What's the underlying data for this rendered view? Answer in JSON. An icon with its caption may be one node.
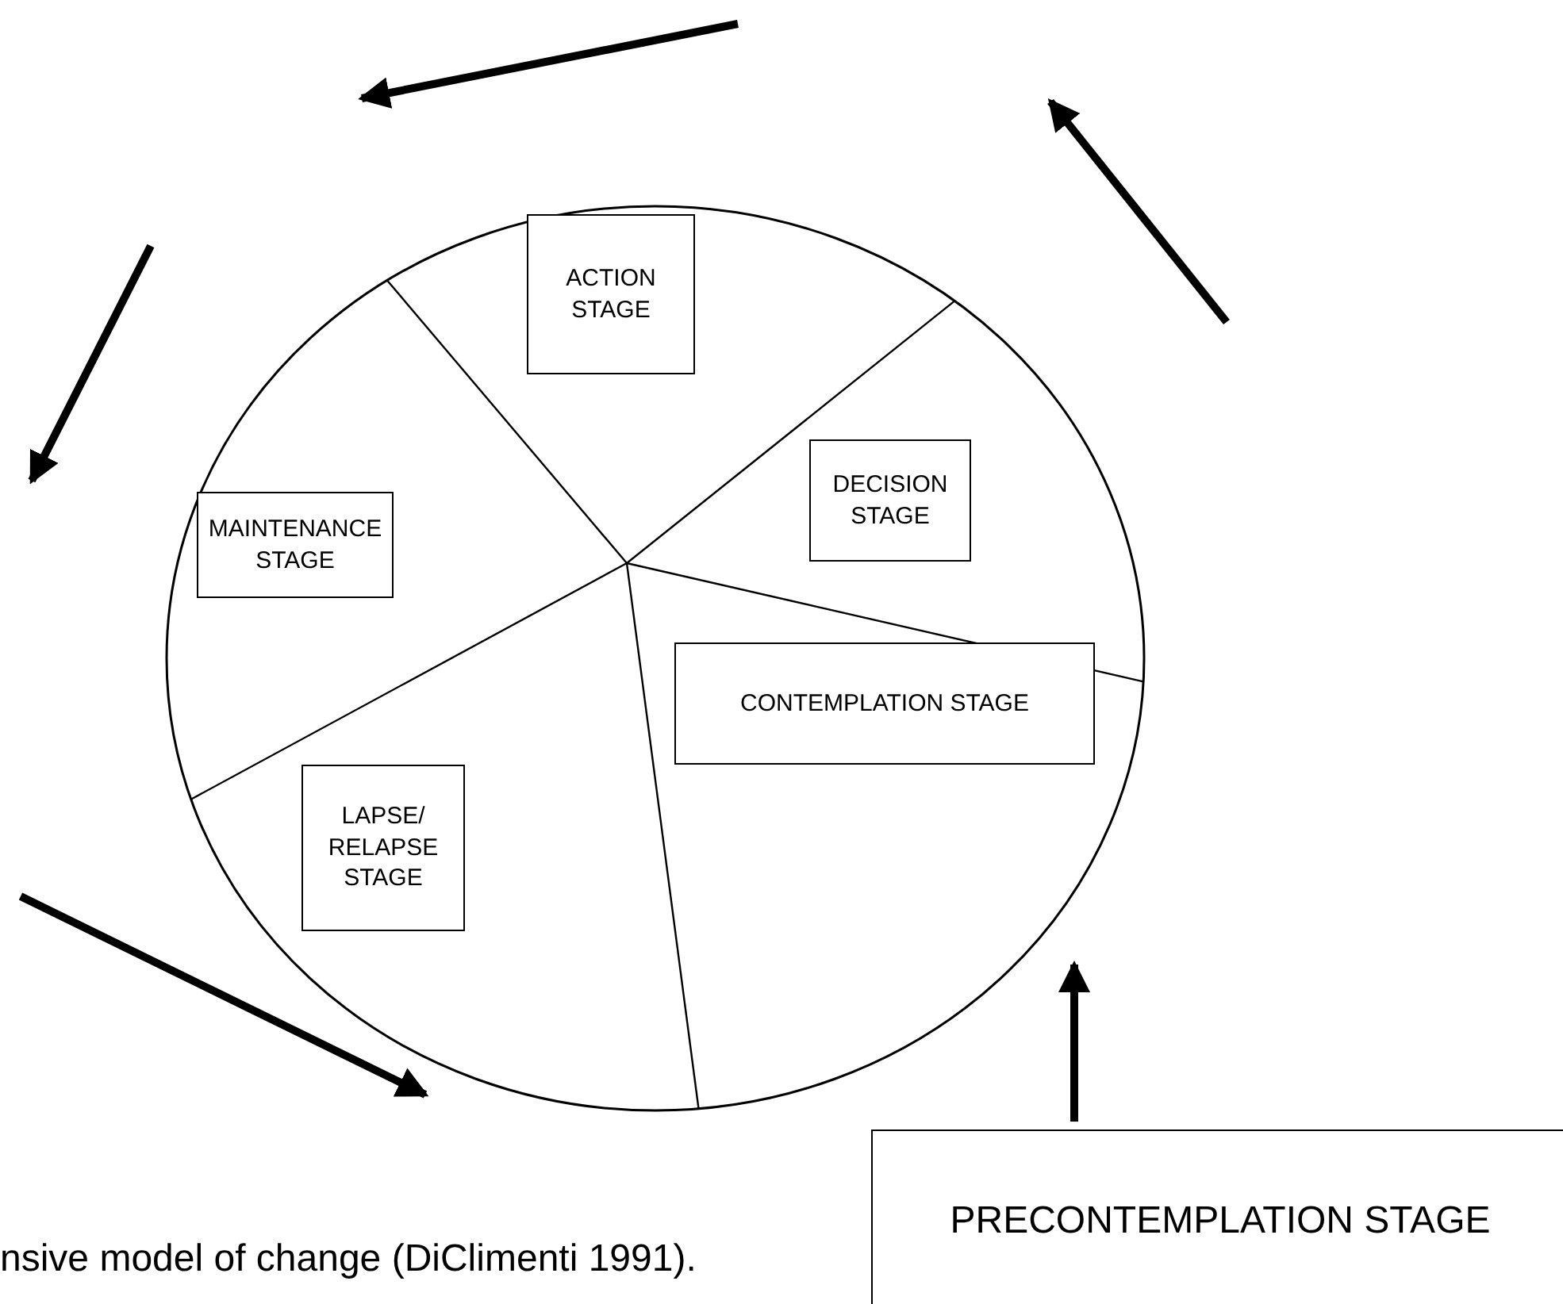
{
  "diagram": {
    "caption": "nsive model of change (DiClimenti 1991).",
    "nodes": [
      {
        "text": [],
        "shape": "circle"
      },
      {
        "text": [
          "ACTION STAGE"
        ],
        "in": 0
      },
      {
        "text": [
          "MAINTENANCE STAGE"
        ],
        "in": 0
      },
      {
        "text": [
          "DECISION STAGE"
        ],
        "in": 0
      },
      {
        "text": [
          "CONTEMPLATION STAGE"
        ],
        "in": 0
      },
      {
        "text": [
          "LAPSE/ RELAPSE STAGE"
        ],
        "in": 0
      },
      {
        "text": [
          "PRECONTEMPLATION STAGE"
        ]
      }
    ],
    "edges": [
      {
        "from": 6,
        "to": 0,
        "arrow": "to"
      }
    ]
  }
}
